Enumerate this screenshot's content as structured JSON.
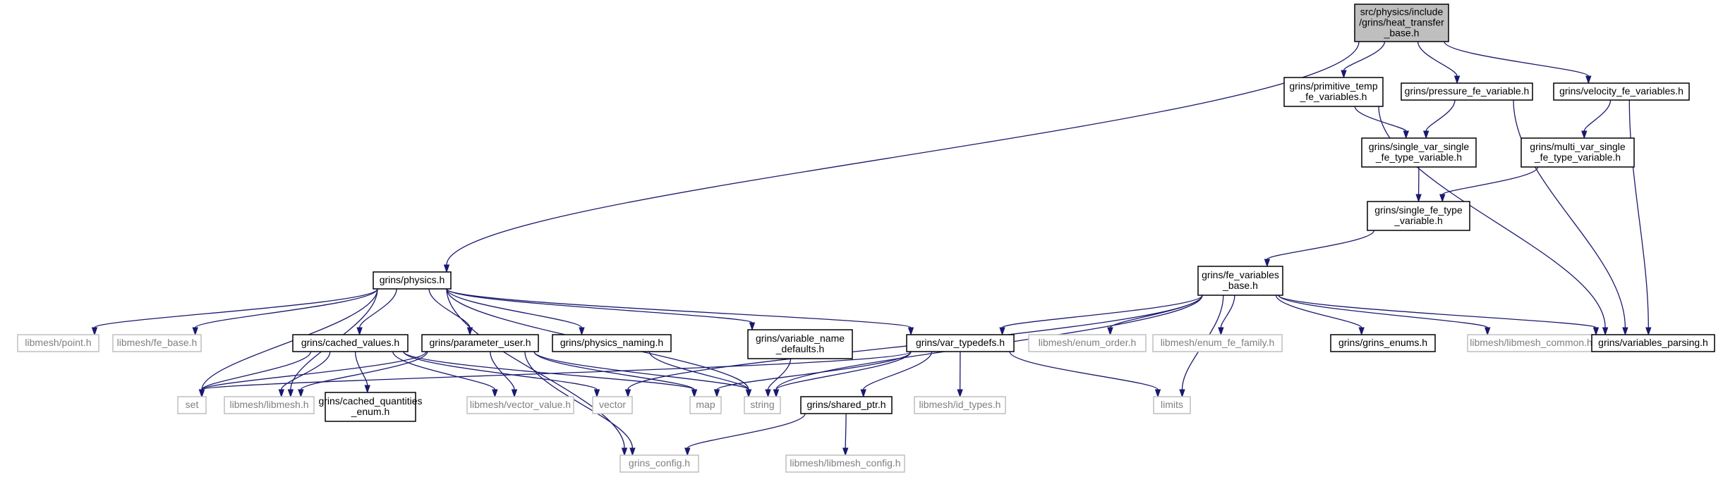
{
  "graph": {
    "nodes": [
      {
        "id": "heat_transfer_base",
        "lines": [
          "src/physics/include",
          "/grins/heat_transfer",
          "_base.h"
        ],
        "style": "root"
      },
      {
        "id": "primitive_temp",
        "lines": [
          "grins/primitive_temp",
          "_fe_variables.h"
        ],
        "style": "box"
      },
      {
        "id": "pressure_fe",
        "lines": [
          "grins/pressure_fe_variable.h"
        ],
        "style": "box"
      },
      {
        "id": "velocity_fe",
        "lines": [
          "grins/velocity_fe_variables.h"
        ],
        "style": "box"
      },
      {
        "id": "single_var_single",
        "lines": [
          "grins/single_var_single",
          "_fe_type_variable.h"
        ],
        "style": "box"
      },
      {
        "id": "multi_var_single",
        "lines": [
          "grins/multi_var_single",
          "_fe_type_variable.h"
        ],
        "style": "box"
      },
      {
        "id": "single_fe_type",
        "lines": [
          "grins/single_fe_type",
          "_variable.h"
        ],
        "style": "box"
      },
      {
        "id": "fe_variables_base",
        "lines": [
          "grins/fe_variables",
          "_base.h"
        ],
        "style": "box"
      },
      {
        "id": "physics",
        "lines": [
          "grins/physics.h"
        ],
        "style": "box"
      },
      {
        "id": "point",
        "lines": [
          "libmesh/point.h"
        ],
        "style": "ext"
      },
      {
        "id": "fe_base",
        "lines": [
          "libmesh/fe_base.h"
        ],
        "style": "ext"
      },
      {
        "id": "cached_values",
        "lines": [
          "grins/cached_values.h"
        ],
        "style": "box"
      },
      {
        "id": "parameter_user",
        "lines": [
          "grins/parameter_user.h"
        ],
        "style": "box"
      },
      {
        "id": "physics_naming",
        "lines": [
          "grins/physics_naming.h"
        ],
        "style": "box"
      },
      {
        "id": "variable_name_defaults",
        "lines": [
          "grins/variable_name",
          "_defaults.h"
        ],
        "style": "box"
      },
      {
        "id": "var_typedefs",
        "lines": [
          "grins/var_typedefs.h"
        ],
        "style": "box"
      },
      {
        "id": "enum_order",
        "lines": [
          "libmesh/enum_order.h"
        ],
        "style": "ext"
      },
      {
        "id": "enum_fe_family",
        "lines": [
          "libmesh/enum_fe_family.h"
        ],
        "style": "ext"
      },
      {
        "id": "grins_enums",
        "lines": [
          "grins/grins_enums.h"
        ],
        "style": "box"
      },
      {
        "id": "libmesh_common",
        "lines": [
          "libmesh/libmesh_common.h"
        ],
        "style": "ext"
      },
      {
        "id": "variables_parsing",
        "lines": [
          "grins/variables_parsing.h"
        ],
        "style": "box"
      },
      {
        "id": "set",
        "lines": [
          "set"
        ],
        "style": "ext"
      },
      {
        "id": "libmesh_h",
        "lines": [
          "libmesh/libmesh.h"
        ],
        "style": "ext"
      },
      {
        "id": "cached_quantities_enum",
        "lines": [
          "grins/cached_quantities",
          "_enum.h"
        ],
        "style": "box"
      },
      {
        "id": "vector_value",
        "lines": [
          "libmesh/vector_value.h"
        ],
        "style": "ext"
      },
      {
        "id": "vector",
        "lines": [
          "vector"
        ],
        "style": "ext"
      },
      {
        "id": "map",
        "lines": [
          "map"
        ],
        "style": "ext"
      },
      {
        "id": "string",
        "lines": [
          "string"
        ],
        "style": "ext"
      },
      {
        "id": "shared_ptr",
        "lines": [
          "grins/shared_ptr.h"
        ],
        "style": "box"
      },
      {
        "id": "id_types",
        "lines": [
          "libmesh/id_types.h"
        ],
        "style": "ext"
      },
      {
        "id": "limits",
        "lines": [
          "limits"
        ],
        "style": "ext"
      },
      {
        "id": "grins_config",
        "lines": [
          "grins_config.h"
        ],
        "style": "ext"
      },
      {
        "id": "libmesh_config",
        "lines": [
          "libmesh/libmesh_config.h"
        ],
        "style": "ext"
      }
    ],
    "edges": [
      [
        "heat_transfer_base",
        "physics"
      ],
      [
        "heat_transfer_base",
        "primitive_temp"
      ],
      [
        "heat_transfer_base",
        "pressure_fe"
      ],
      [
        "heat_transfer_base",
        "velocity_fe"
      ],
      [
        "primitive_temp",
        "single_var_single"
      ],
      [
        "primitive_temp",
        "variables_parsing"
      ],
      [
        "pressure_fe",
        "single_var_single"
      ],
      [
        "pressure_fe",
        "variables_parsing"
      ],
      [
        "velocity_fe",
        "multi_var_single"
      ],
      [
        "velocity_fe",
        "variables_parsing"
      ],
      [
        "single_var_single",
        "single_fe_type"
      ],
      [
        "multi_var_single",
        "single_fe_type"
      ],
      [
        "single_fe_type",
        "fe_variables_base"
      ],
      [
        "fe_variables_base",
        "vector"
      ],
      [
        "fe_variables_base",
        "string"
      ],
      [
        "fe_variables_base",
        "var_typedefs"
      ],
      [
        "fe_variables_base",
        "enum_order"
      ],
      [
        "fe_variables_base",
        "enum_fe_family"
      ],
      [
        "fe_variables_base",
        "grins_enums"
      ],
      [
        "fe_variables_base",
        "libmesh_common"
      ],
      [
        "fe_variables_base",
        "variables_parsing"
      ],
      [
        "fe_variables_base",
        "limits"
      ],
      [
        "physics",
        "point"
      ],
      [
        "physics",
        "fe_base"
      ],
      [
        "physics",
        "grins_config"
      ],
      [
        "physics",
        "set"
      ],
      [
        "physics",
        "libmesh_h"
      ],
      [
        "physics",
        "cached_values"
      ],
      [
        "physics",
        "parameter_user"
      ],
      [
        "physics",
        "physics_naming"
      ],
      [
        "physics",
        "variable_name_defaults"
      ],
      [
        "physics",
        "var_typedefs"
      ],
      [
        "physics",
        "string"
      ],
      [
        "cached_values",
        "set"
      ],
      [
        "cached_values",
        "libmesh_h"
      ],
      [
        "cached_values",
        "cached_quantities_enum"
      ],
      [
        "cached_values",
        "vector_value"
      ],
      [
        "cached_values",
        "vector"
      ],
      [
        "cached_values",
        "map"
      ],
      [
        "parameter_user",
        "set"
      ],
      [
        "parameter_user",
        "libmesh_h"
      ],
      [
        "parameter_user",
        "vector_value"
      ],
      [
        "parameter_user",
        "map"
      ],
      [
        "parameter_user",
        "string"
      ],
      [
        "parameter_user",
        "grins_config"
      ],
      [
        "physics_naming",
        "string"
      ],
      [
        "variable_name_defaults",
        "string"
      ],
      [
        "var_typedefs",
        "set"
      ],
      [
        "var_typedefs",
        "map"
      ],
      [
        "var_typedefs",
        "string"
      ],
      [
        "var_typedefs",
        "shared_ptr"
      ],
      [
        "var_typedefs",
        "id_types"
      ],
      [
        "var_typedefs",
        "limits"
      ],
      [
        "shared_ptr",
        "grins_config"
      ],
      [
        "shared_ptr",
        "libmesh_config"
      ]
    ]
  }
}
